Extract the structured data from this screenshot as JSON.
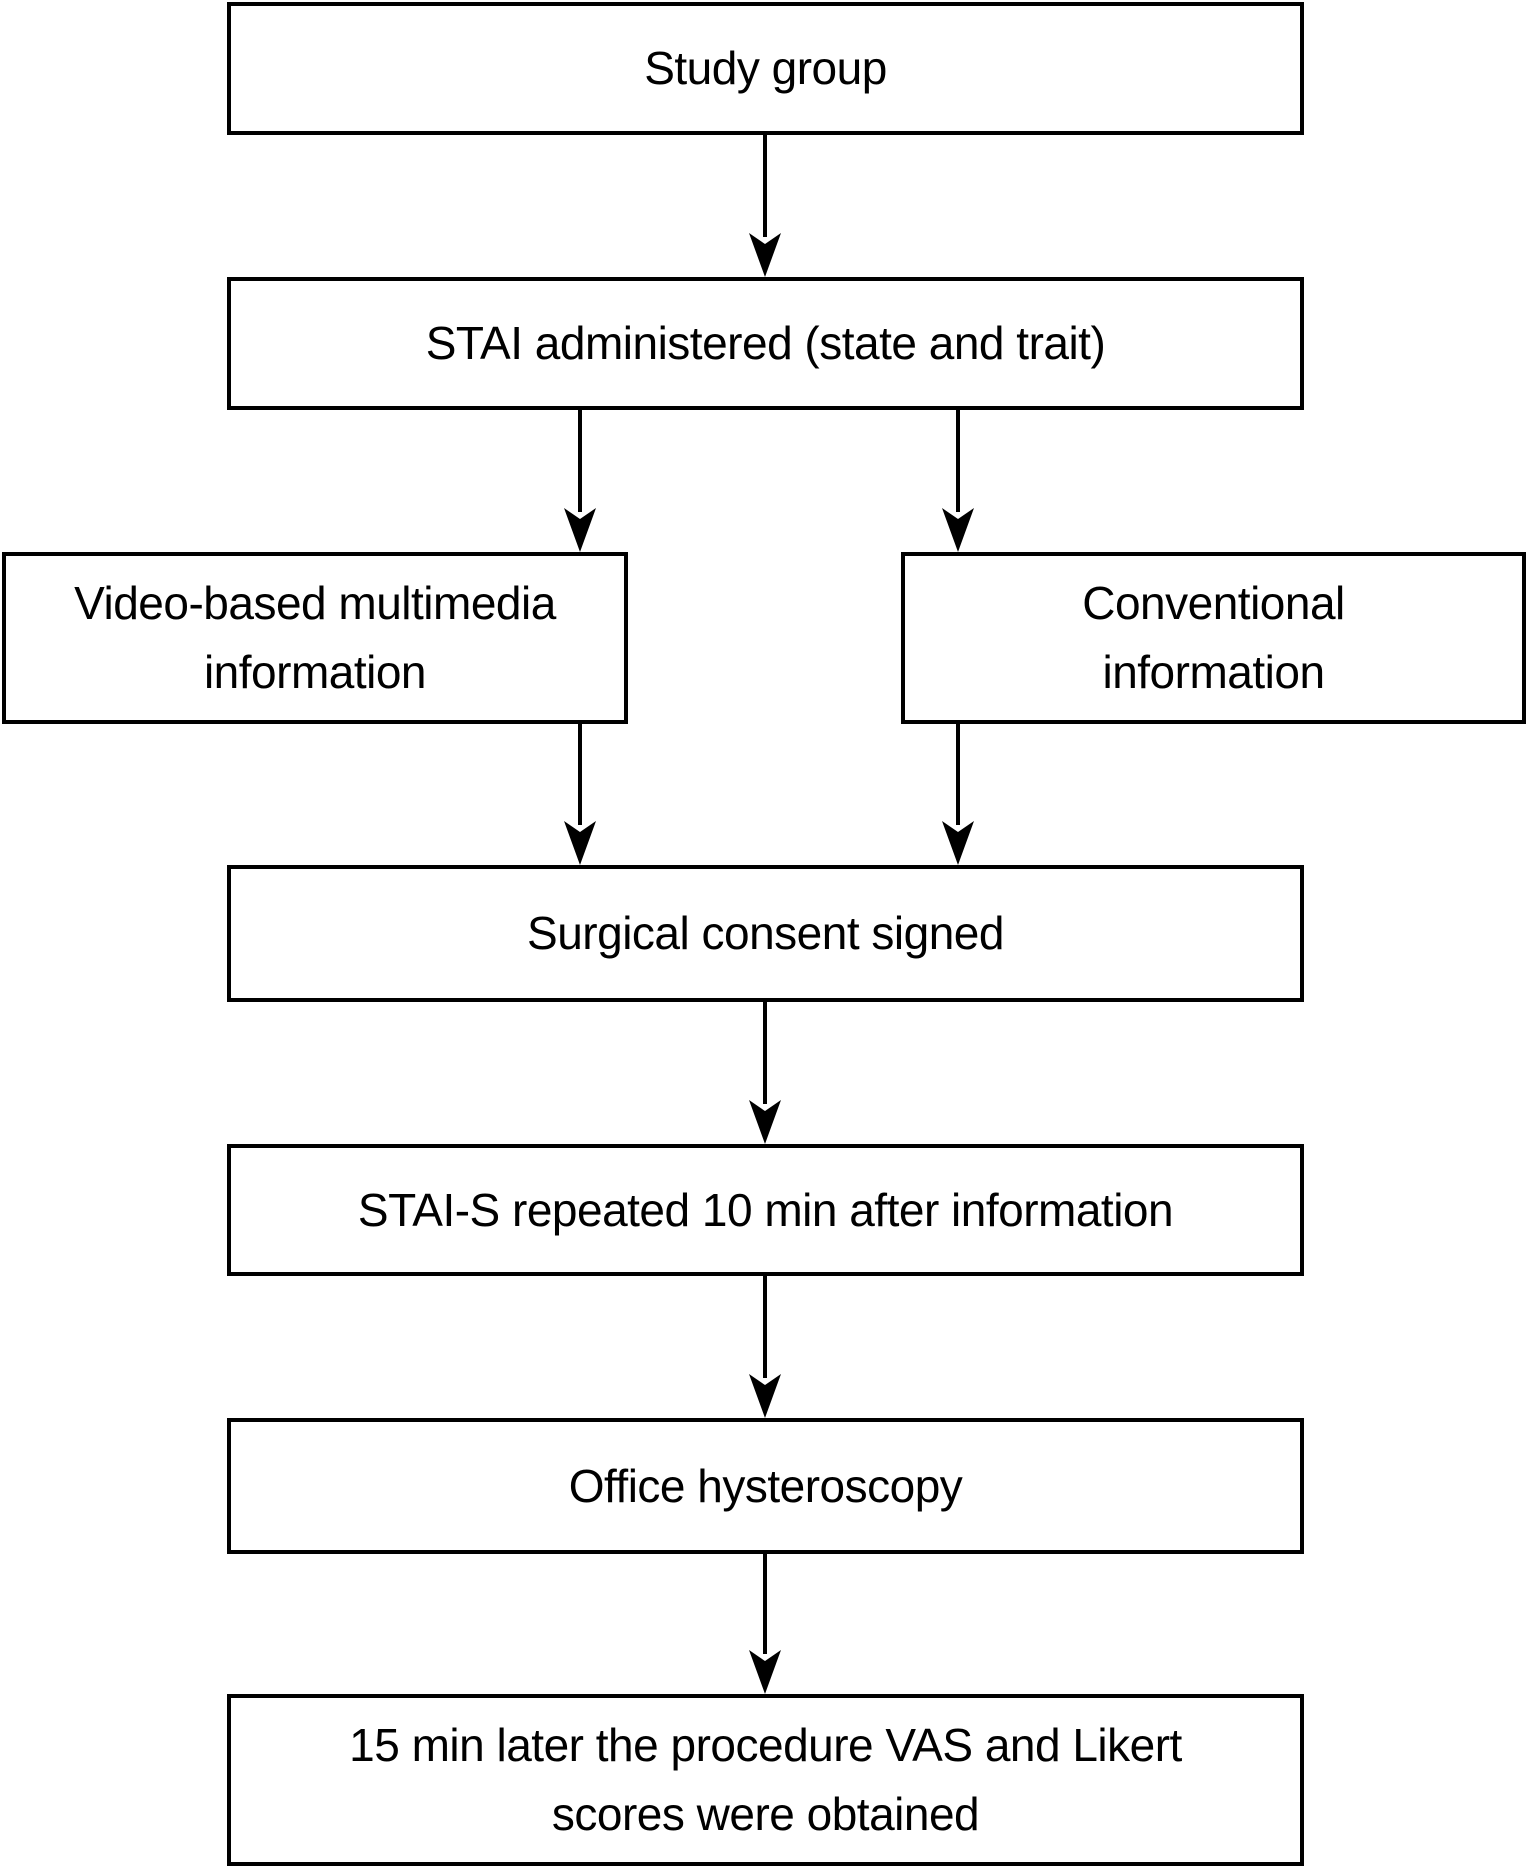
{
  "figure": {
    "background_color": "#ffffff",
    "line_color": "#000000"
  },
  "nodes": {
    "study_group": {
      "label": "Study group"
    },
    "stai_administered": {
      "label": "STAI administered (state and trait)"
    },
    "video_information": {
      "label": "Video-based multimedia\ninformation"
    },
    "conventional_information": {
      "label": "Conventional\ninformation"
    },
    "surgical_consent": {
      "label": "Surgical consent signed"
    },
    "stai_s_repeated": {
      "label": "STAI-S repeated 10 min after information"
    },
    "office_hysteroscopy": {
      "label": "Office hysteroscopy"
    },
    "scores_obtained": {
      "label": "15 min later the procedure VAS and Likert\nscores were obtained"
    }
  }
}
